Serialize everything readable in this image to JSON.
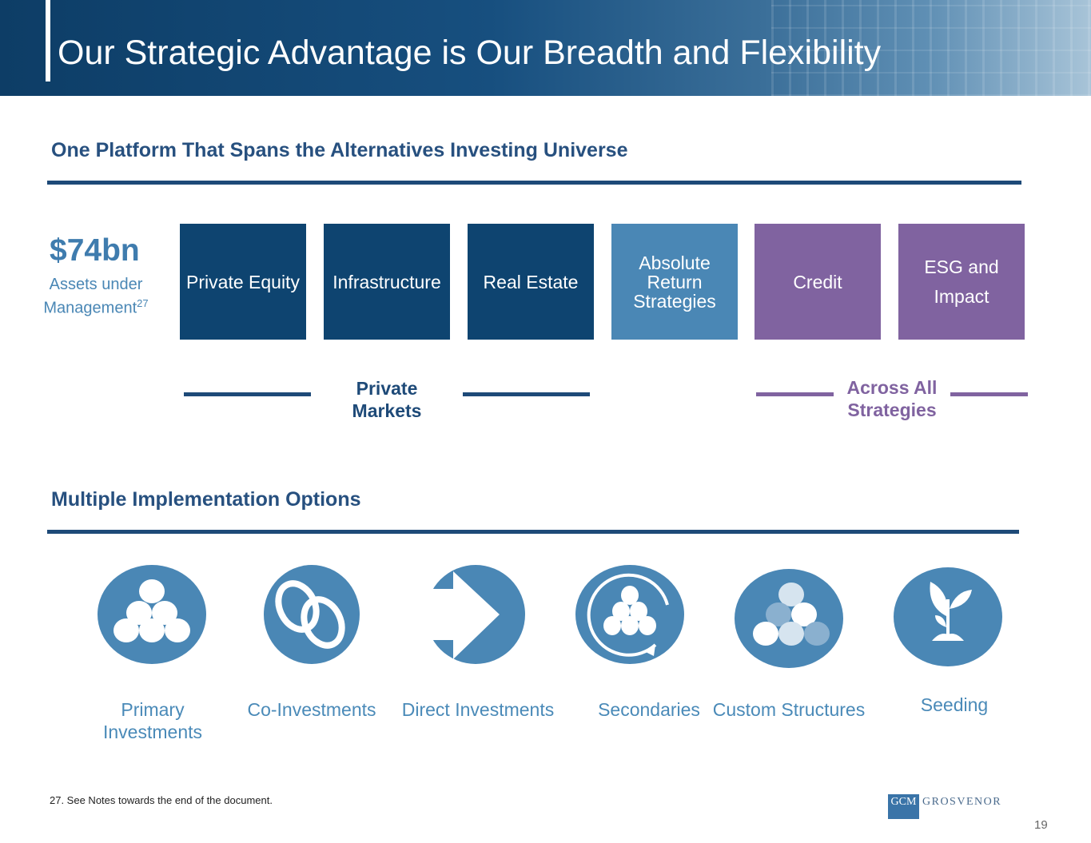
{
  "header": {
    "title": "Our Strategic Advantage is Our Breadth and Flexibility"
  },
  "platform": {
    "heading": "One Platform That Spans the Alternatives Investing Universe",
    "aum_value": "$74bn",
    "aum_label": "Assets under",
    "aum_label2": "Management",
    "aum_note": "27",
    "boxes": [
      "Private Equity",
      "Infrastructure",
      "Real Estate",
      "Absolute Return Strategies",
      "Credit",
      "ESG and Impact"
    ],
    "groups": {
      "private_markets": "Private Markets",
      "across_all": "Across All Strategies"
    }
  },
  "implementation": {
    "heading": "Multiple Implementation Options",
    "options": [
      "Primary Investments",
      "Co-Investments",
      "Direct Investments",
      "Secondaries",
      "Custom Structures",
      "Seeding"
    ]
  },
  "footer": {
    "note": "27. See Notes towards the end of the document.",
    "logo_mark": "GCM",
    "logo_text": "GROSVENOR",
    "page": "19"
  },
  "colors": {
    "navy": "#0e4470",
    "light_blue": "#4a87b5",
    "purple": "#8063a0"
  }
}
